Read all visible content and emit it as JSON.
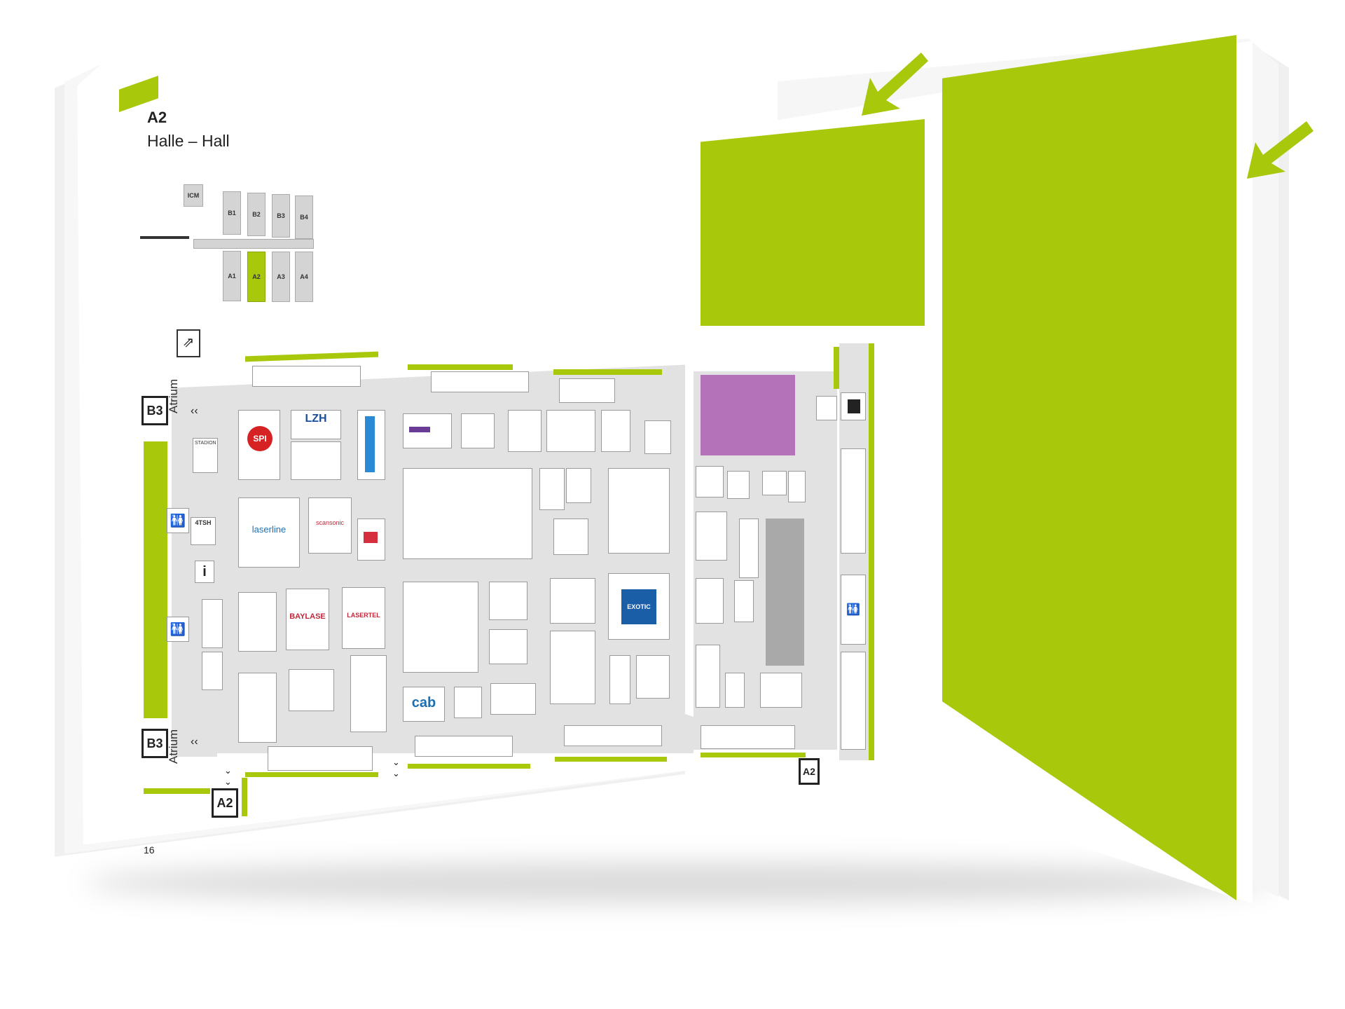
{
  "hall": {
    "code": "A2",
    "title": "Halle – Hall",
    "page_number": "16"
  },
  "legend_map": {
    "upper_halls": [
      "B1",
      "B2",
      "B3",
      "B4"
    ],
    "lower_halls": [
      "A1",
      "A2",
      "A3",
      "A4"
    ],
    "active_hall": "A2",
    "side_label": "ICM"
  },
  "exits": {
    "left_top": "B3",
    "left_bottom": "B3",
    "bottom": "A2",
    "right_bottom": "A2"
  },
  "atrium_label": "Atrium",
  "booths": {
    "spi": "SPI",
    "lzh": "LZH",
    "stadion": "STADION",
    "tsr": "4TSH",
    "laserline": "laserline",
    "scansonic": "scansonic",
    "baylase": "BAYLASE",
    "lasertel": "LASERTEL",
    "cab": "cab",
    "exotic": "EXOTIC"
  },
  "colors": {
    "accent_green": "#a8c80c",
    "magenta_block": "#b472b8",
    "grey_block": "#a9a9a9",
    "floor": "#e2e2e2"
  },
  "icons": [
    "arrow-down-left-icon",
    "arrow-down-left-icon",
    "escalator-icon",
    "toilet-icon",
    "info-icon",
    "toilet-icon",
    "elevator-icon",
    "toilet-icon"
  ]
}
